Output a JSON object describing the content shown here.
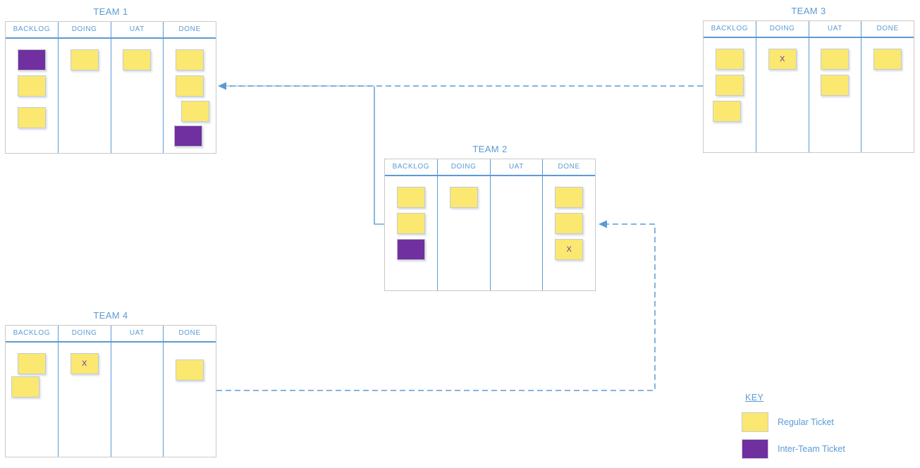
{
  "boards": [
    {
      "name": "TEAM 1",
      "columns": [
        {
          "label": "BACKLOG",
          "tickets": [
            {
              "type": "inter-team"
            },
            {
              "type": "regular"
            },
            {
              "type": "regular"
            }
          ]
        },
        {
          "label": "DOING",
          "tickets": [
            {
              "type": "regular"
            }
          ]
        },
        {
          "label": "UAT",
          "tickets": [
            {
              "type": "regular"
            }
          ]
        },
        {
          "label": "DONE",
          "tickets": [
            {
              "type": "regular"
            },
            {
              "type": "regular"
            },
            {
              "type": "regular"
            },
            {
              "type": "inter-team"
            }
          ]
        }
      ]
    },
    {
      "name": "TEAM 2",
      "columns": [
        {
          "label": "BACKLOG",
          "tickets": [
            {
              "type": "regular"
            },
            {
              "type": "regular"
            },
            {
              "type": "inter-team"
            }
          ]
        },
        {
          "label": "DOING",
          "tickets": [
            {
              "type": "regular"
            }
          ]
        },
        {
          "label": "UAT",
          "tickets": []
        },
        {
          "label": "DONE",
          "tickets": [
            {
              "type": "regular"
            },
            {
              "type": "regular"
            },
            {
              "type": "regular",
              "label": "X"
            }
          ]
        }
      ]
    },
    {
      "name": "TEAM 3",
      "columns": [
        {
          "label": "BACKLOG",
          "tickets": [
            {
              "type": "regular"
            },
            {
              "type": "regular"
            },
            {
              "type": "regular"
            }
          ]
        },
        {
          "label": "DOING",
          "tickets": [
            {
              "type": "regular",
              "label": "X"
            }
          ]
        },
        {
          "label": "UAT",
          "tickets": [
            {
              "type": "regular"
            },
            {
              "type": "regular"
            }
          ]
        },
        {
          "label": "DONE",
          "tickets": [
            {
              "type": "regular"
            }
          ]
        }
      ]
    },
    {
      "name": "TEAM 4",
      "columns": [
        {
          "label": "BACKLOG",
          "tickets": [
            {
              "type": "regular"
            },
            {
              "type": "regular"
            }
          ]
        },
        {
          "label": "DOING",
          "tickets": [
            {
              "type": "regular",
              "label": "X"
            }
          ]
        },
        {
          "label": "UAT",
          "tickets": []
        },
        {
          "label": "DONE",
          "tickets": [
            {
              "type": "regular"
            }
          ]
        }
      ]
    }
  ],
  "key": {
    "title": "KEY",
    "items": [
      {
        "type": "regular",
        "label": "Regular Ticket"
      },
      {
        "type": "inter-team",
        "label": "Inter-Team Ticket"
      }
    ]
  },
  "connectors": [
    {
      "from": "TEAM 3",
      "to": "TEAM 1",
      "style": "dashed",
      "arrow": "into TEAM 1 right edge"
    },
    {
      "from": "TEAM 2",
      "to": "TEAM 1",
      "style": "solid elbow joining dashed line"
    },
    {
      "from": "TEAM 4",
      "to": "TEAM 2",
      "style": "dashed",
      "arrow": "into TEAM 2 right edge"
    }
  ],
  "colors": {
    "accent_blue": "#5B9BD5",
    "regular_ticket": "#FAE870",
    "inter_team_ticket": "#7030A0",
    "board_border": "#C9C9C9"
  }
}
